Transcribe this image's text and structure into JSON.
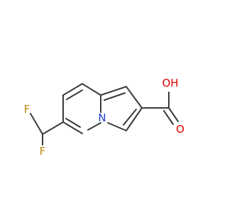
{
  "molecule": {
    "atoms": {
      "F1": {
        "symbol": "F",
        "color": "#b8860b"
      },
      "F2": {
        "symbol": "F",
        "color": "#b8860b"
      },
      "N": {
        "symbol": "N",
        "color": "#1f3fd6"
      },
      "O_carbonyl": {
        "symbol": "O",
        "color": "#e00000"
      },
      "OH": {
        "symbol": "OH",
        "color": "#e00000"
      }
    },
    "bond_color": "#3a3a3a"
  }
}
